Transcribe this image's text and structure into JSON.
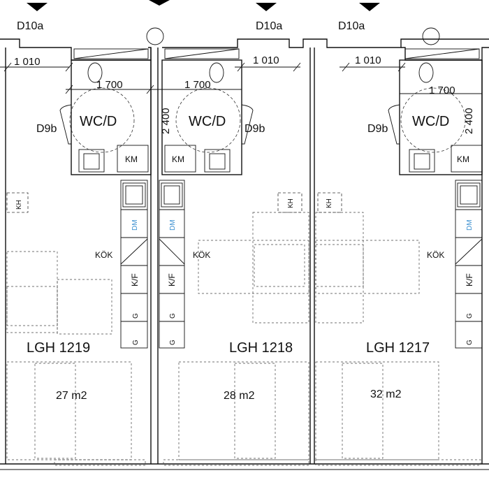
{
  "apartments": [
    {
      "id": "LGH 1219",
      "area": "27 m2"
    },
    {
      "id": "LGH 1218",
      "area": "28 m2"
    },
    {
      "id": "LGH 1217",
      "area": "32 m2"
    }
  ],
  "doors": {
    "entry": "D10a",
    "bath": "D9b"
  },
  "bathroom": {
    "label": "WC/D",
    "laundry": "KM"
  },
  "dimensions": {
    "corridor_width": "1 010",
    "bath_width": "1 700",
    "bath_depth": "2 400"
  },
  "kitchen": {
    "label": "KÖK",
    "dishwasher": "DM",
    "fridge_freezer": "K/F",
    "cabinet": "G",
    "hood": "KH"
  }
}
